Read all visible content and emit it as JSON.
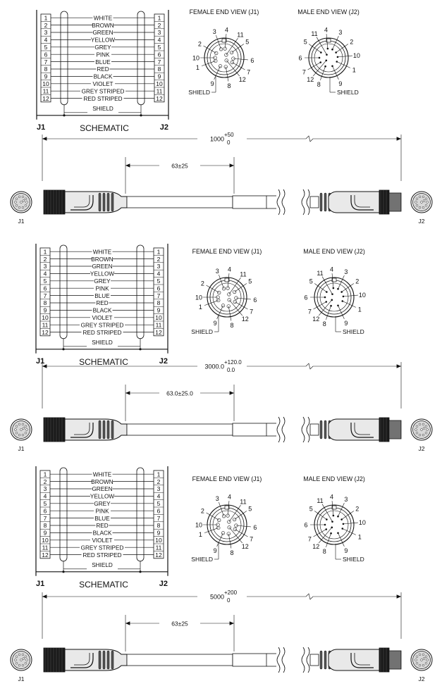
{
  "sections": [
    {
      "schematic": {
        "rows": [
          {
            "left": "1",
            "color": "WHITE",
            "right": "1"
          },
          {
            "left": "2",
            "color": "BROWN",
            "right": "2"
          },
          {
            "left": "3",
            "color": "GREEN",
            "right": "3"
          },
          {
            "left": "4",
            "color": "YELLOW",
            "right": "4"
          },
          {
            "left": "5",
            "color": "GREY",
            "right": "5"
          },
          {
            "left": "6",
            "color": "PINK",
            "right": "6"
          },
          {
            "left": "7",
            "color": "BLUE",
            "right": "7"
          },
          {
            "left": "8",
            "color": "RED",
            "right": "8"
          },
          {
            "left": "9",
            "color": "BLACK",
            "right": "9"
          },
          {
            "left": "10",
            "color": "VIOLET",
            "right": "10"
          },
          {
            "left": "11",
            "color": "GREY STRIPED",
            "right": "11"
          },
          {
            "left": "12",
            "color": "RED STRIPED",
            "right": "12"
          }
        ],
        "shield": "SHIELD",
        "title": "SCHEMATIC",
        "j1": "J1",
        "j2": "J2"
      },
      "female_view": {
        "title": "FEMALE END VIEW (J1)",
        "pins": [
          "1",
          "2",
          "3",
          "4",
          "5",
          "6",
          "7",
          "8",
          "9",
          "10",
          "11",
          "12"
        ],
        "shield": "SHIELD"
      },
      "male_view": {
        "title": "MALE END VIEW (J2)",
        "pins": [
          "1",
          "2",
          "3",
          "4",
          "5",
          "6",
          "7",
          "8",
          "9",
          "10",
          "11",
          "12"
        ],
        "shield": "SHIELD"
      },
      "cable": {
        "length": "1000",
        "tol_plus": "+50",
        "tol_minus": "0",
        "strip": "63±25",
        "j1": "J1",
        "j2": "J2"
      }
    },
    {
      "schematic": {
        "rows": [
          {
            "left": "1",
            "color": "WHITE",
            "right": "1"
          },
          {
            "left": "2",
            "color": "BROWN",
            "right": "2"
          },
          {
            "left": "3",
            "color": "GREEN",
            "right": "3"
          },
          {
            "left": "4",
            "color": "YELLOW",
            "right": "4"
          },
          {
            "left": "5",
            "color": "GREY",
            "right": "5"
          },
          {
            "left": "6",
            "color": "PINK",
            "right": "6"
          },
          {
            "left": "7",
            "color": "BLUE",
            "right": "7"
          },
          {
            "left": "8",
            "color": "RED",
            "right": "8"
          },
          {
            "left": "9",
            "color": "BLACK",
            "right": "9"
          },
          {
            "left": "10",
            "color": "VIOLET",
            "right": "10"
          },
          {
            "left": "11",
            "color": "GREY STRIPED",
            "right": "11"
          },
          {
            "left": "12",
            "color": "RED STRIPED",
            "right": "12"
          }
        ],
        "shield": "SHIELD",
        "title": "SCHEMATIC",
        "j1": "J1",
        "j2": "J2"
      },
      "female_view": {
        "title": "FEMALE END VIEW (J1)",
        "pins": [
          "1",
          "2",
          "3",
          "4",
          "5",
          "6",
          "7",
          "8",
          "9",
          "10",
          "11",
          "12"
        ],
        "shield": "SHIELD"
      },
      "male_view": {
        "title": "MALE END VIEW (J2)",
        "pins": [
          "1",
          "2",
          "3",
          "4",
          "5",
          "6",
          "7",
          "8",
          "9",
          "10",
          "11",
          "12"
        ],
        "shield": "SHIELD"
      },
      "cable": {
        "length": "3000.0",
        "tol_plus": "+120.0",
        "tol_minus": "0.0",
        "strip": "63.0±25.0",
        "j1": "J1",
        "j2": "J2"
      }
    },
    {
      "schematic": {
        "rows": [
          {
            "left": "1",
            "color": "WHITE",
            "right": "1"
          },
          {
            "left": "2",
            "color": "BROWN",
            "right": "2"
          },
          {
            "left": "3",
            "color": "GREEN",
            "right": "3"
          },
          {
            "left": "4",
            "color": "YELLOW",
            "right": "4"
          },
          {
            "left": "5",
            "color": "GREY",
            "right": "5"
          },
          {
            "left": "6",
            "color": "PINK",
            "right": "6"
          },
          {
            "left": "7",
            "color": "BLUE",
            "right": "7"
          },
          {
            "left": "8",
            "color": "RED",
            "right": "8"
          },
          {
            "left": "9",
            "color": "BLACK",
            "right": "9"
          },
          {
            "left": "10",
            "color": "VIOLET",
            "right": "10"
          },
          {
            "left": "11",
            "color": "GREY STRIPED",
            "right": "11"
          },
          {
            "left": "12",
            "color": "RED STRIPED",
            "right": "12"
          }
        ],
        "shield": "SHIELD",
        "title": "SCHEMATIC",
        "j1": "J1",
        "j2": "J2"
      },
      "female_view": {
        "title": "FEMALE END VIEW (J1)",
        "pins": [
          "1",
          "2",
          "3",
          "4",
          "5",
          "6",
          "7",
          "8",
          "9",
          "10",
          "11",
          "12"
        ],
        "shield": "SHIELD"
      },
      "male_view": {
        "title": "MALE END VIEW (J2)",
        "pins": [
          "1",
          "2",
          "3",
          "4",
          "5",
          "6",
          "7",
          "8",
          "9",
          "10",
          "11",
          "12"
        ],
        "shield": "SHIELD"
      },
      "cable": {
        "length": "5000",
        "tol_plus": "+200",
        "tol_minus": "0",
        "strip": "63±25",
        "j1": "J1",
        "j2": "J2"
      }
    }
  ]
}
